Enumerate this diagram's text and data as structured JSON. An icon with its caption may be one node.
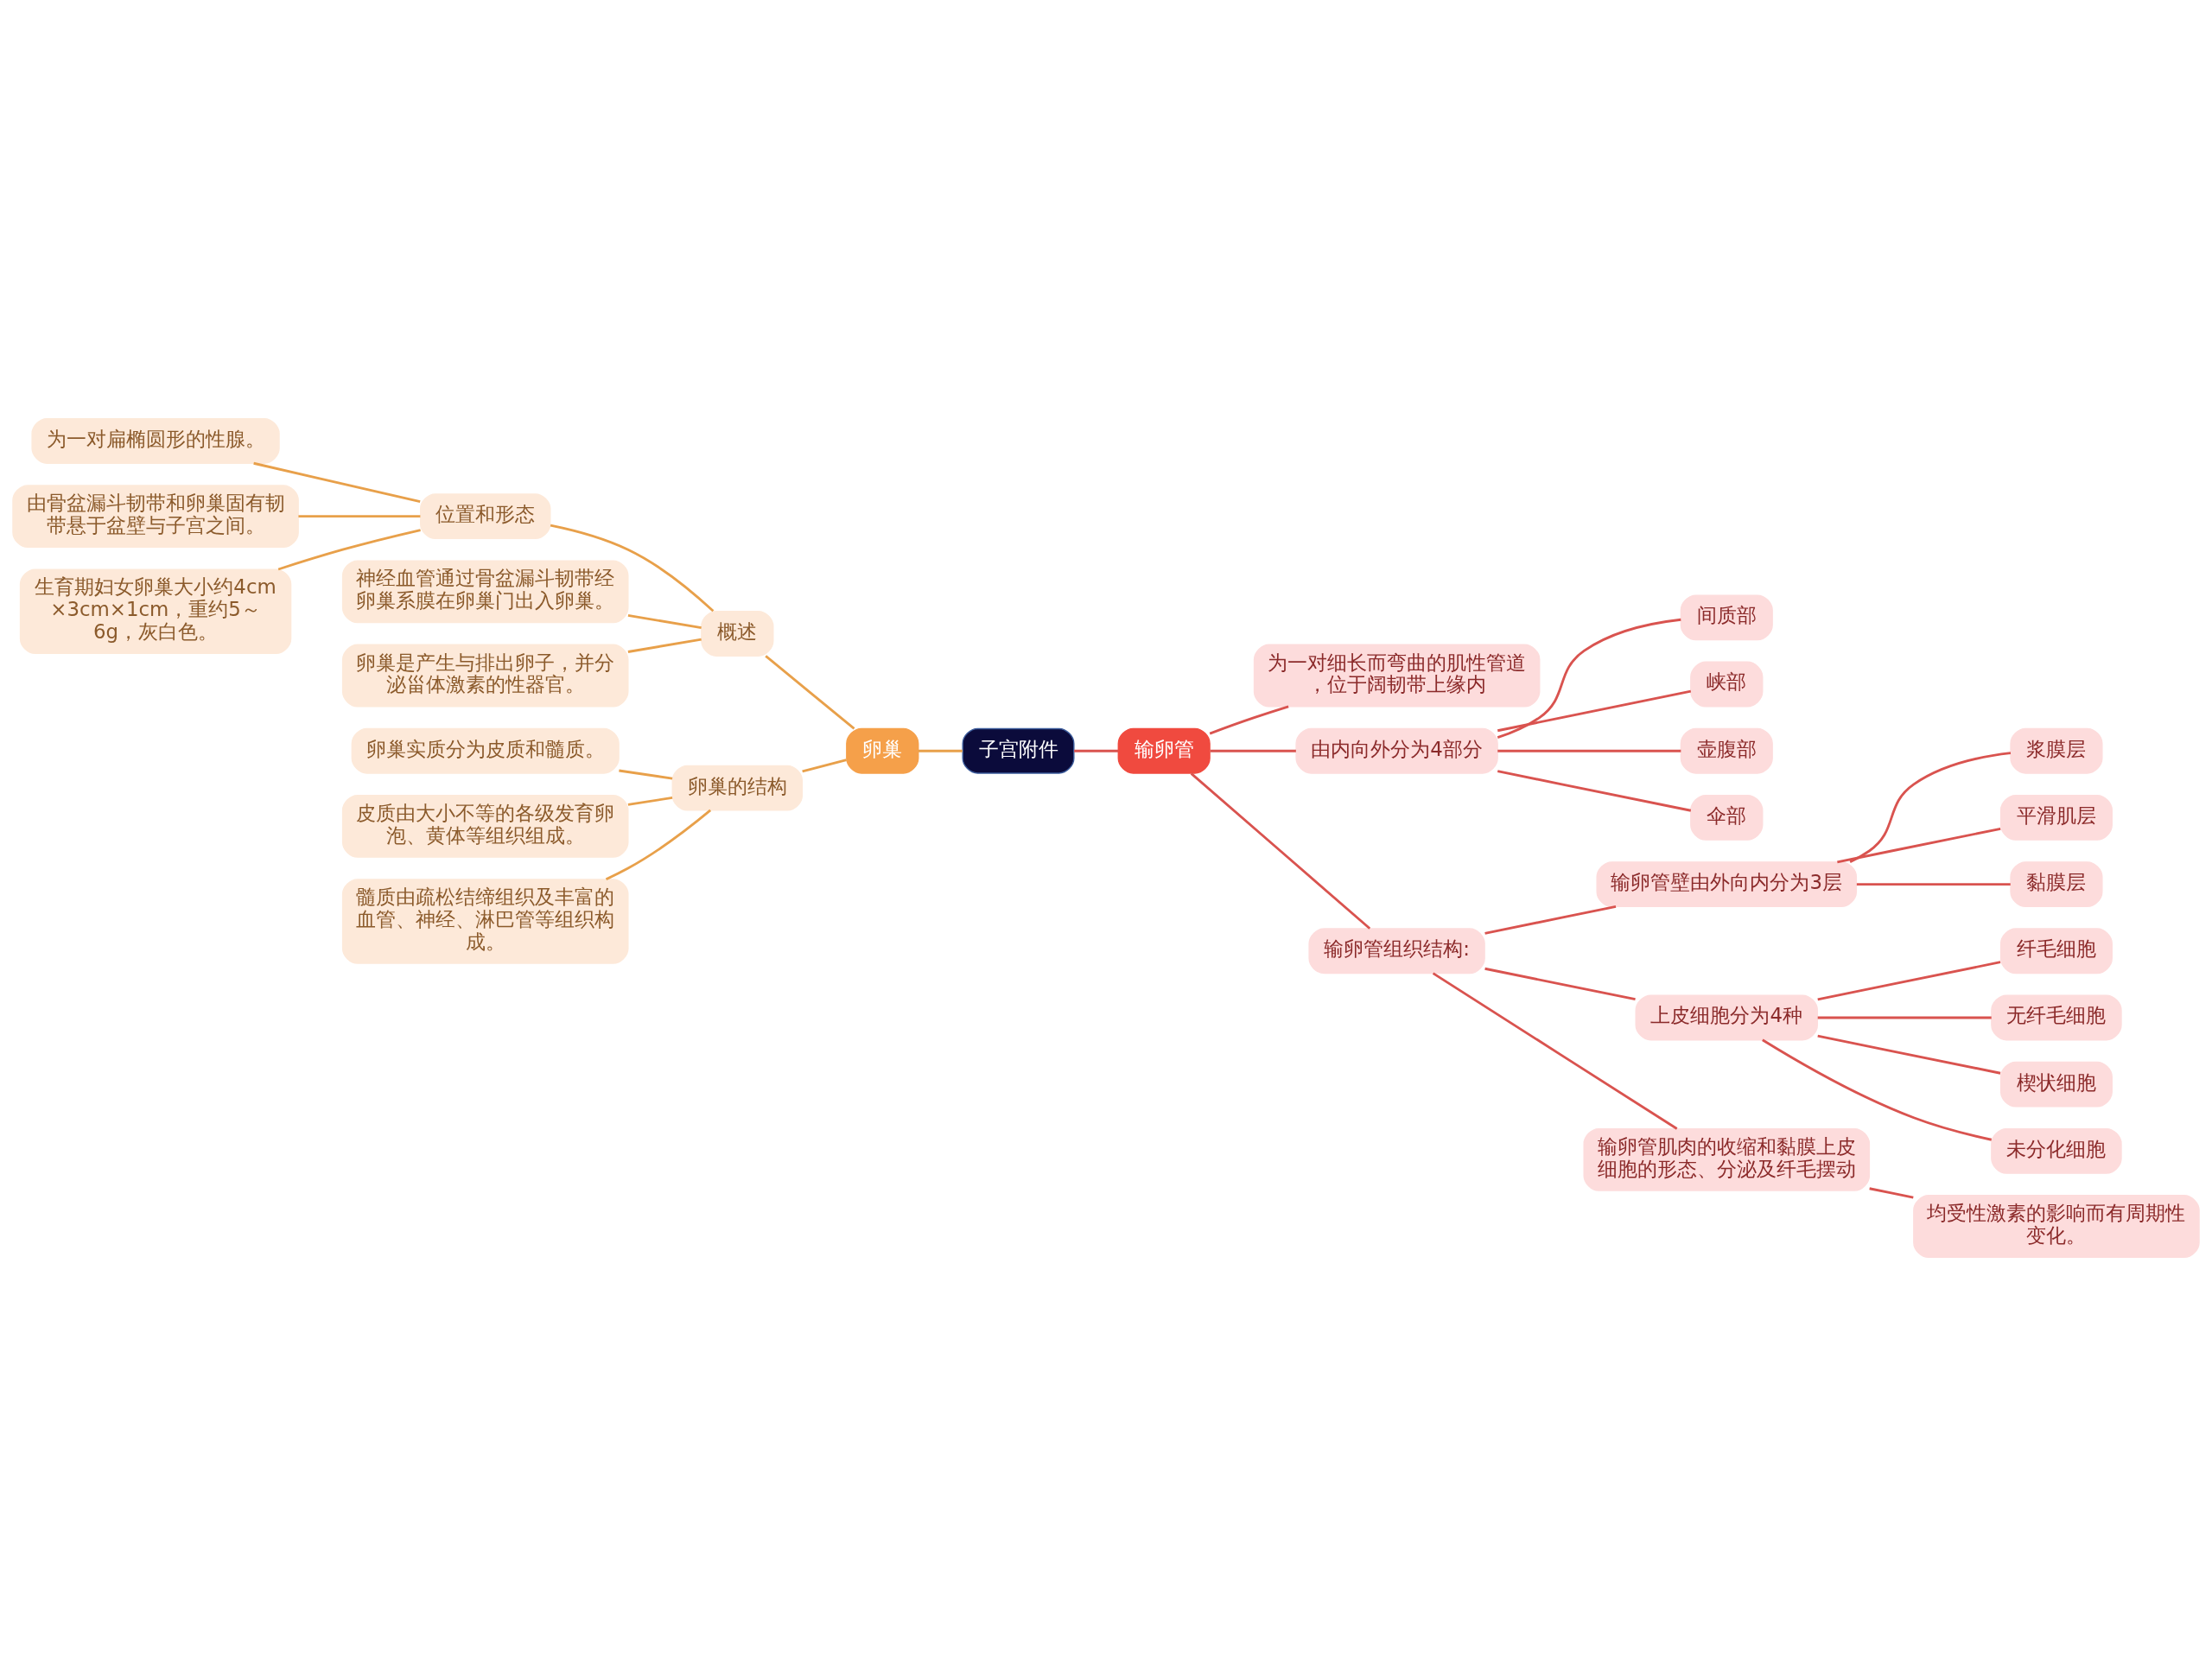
{
  "diagram": {
    "nodes": [
      {
        "text": [
          "子宫附件"
        ]
      },
      {
        "text": [
          "卵巢"
        ]
      },
      {
        "text": [
          "概述"
        ]
      },
      {
        "text": [
          "位置和形态"
        ]
      },
      {
        "text": [
          "为一对扁椭圆形的性腺。"
        ]
      },
      {
        "text": [
          "由骨盆漏斗韧带和卵巢固有韧带悬于盆壁与子宫之间。"
        ]
      },
      {
        "text": [
          "生育期妇女卵巢大小约4cm×3cm×1cm，重约5～6g，灰白色。"
        ]
      },
      {
        "text": [
          "神经血管通过骨盆漏斗韧带经卵巢系膜在卵巢门出入卵巢。"
        ]
      },
      {
        "text": [
          "卵巢是产生与排出卵子，并分泌甾体激素的性器官。"
        ]
      },
      {
        "text": [
          "卵巢的结构"
        ]
      },
      {
        "text": [
          "卵巢实质分为皮质和髓质。"
        ]
      },
      {
        "text": [
          "皮质由大小不等的各级发育卵泡、黄体等组织组成。"
        ]
      },
      {
        "text": [
          "髓质由疏松结缔组织及丰富的血管、神经、淋巴管等组织构成。"
        ]
      },
      {
        "text": [
          "输卵管"
        ]
      },
      {
        "text": [
          "为一对细长而弯曲的肌性管道，位于阔韧带上缘内"
        ]
      },
      {
        "text": [
          "由内向外分为4部分"
        ]
      },
      {
        "text": [
          "间质部"
        ]
      },
      {
        "text": [
          "峡部"
        ]
      },
      {
        "text": [
          "壶腹部"
        ]
      },
      {
        "text": [
          "伞部"
        ]
      },
      {
        "text": [
          "输卵管组织结构:"
        ]
      },
      {
        "text": [
          "输卵管壁由外向内分为3层"
        ]
      },
      {
        "text": [
          "浆膜层"
        ]
      },
      {
        "text": [
          "平滑肌层"
        ]
      },
      {
        "text": [
          "黏膜层"
        ]
      },
      {
        "text": [
          "上皮细胞分为4种"
        ]
      },
      {
        "text": [
          "纤毛细胞"
        ]
      },
      {
        "text": [
          "无纤毛细胞"
        ]
      },
      {
        "text": [
          "楔状细胞"
        ]
      },
      {
        "text": [
          "未分化细胞"
        ]
      },
      {
        "text": [
          "输卵管肌肉的收缩和黏膜上皮细胞的形态、分泌及纤毛摆动"
        ]
      },
      {
        "text": [
          "均受性激素的影响而有周期性变化。"
        ]
      }
    ],
    "edges": [
      {
        "from": 0,
        "to": 1,
        "arrow": "none",
        "color": "#e8a04a"
      },
      {
        "from": 1,
        "to": 2,
        "arrow": "none",
        "color": "#e8a04a"
      },
      {
        "from": 2,
        "to": 3,
        "arrow": "none",
        "color": "#e8a04a"
      },
      {
        "from": 3,
        "to": 4,
        "arrow": "none",
        "color": "#e8a04a"
      },
      {
        "from": 3,
        "to": 5,
        "arrow": "none",
        "color": "#e8a04a"
      },
      {
        "from": 3,
        "to": 6,
        "arrow": "none",
        "color": "#e8a04a"
      },
      {
        "from": 2,
        "to": 7,
        "arrow": "none",
        "color": "#e8a04a"
      },
      {
        "from": 2,
        "to": 8,
        "arrow": "none",
        "color": "#e8a04a"
      },
      {
        "from": 1,
        "to": 9,
        "arrow": "none",
        "color": "#e8a04a"
      },
      {
        "from": 9,
        "to": 10,
        "arrow": "none",
        "color": "#e8a04a"
      },
      {
        "from": 9,
        "to": 11,
        "arrow": "none",
        "color": "#e8a04a"
      },
      {
        "from": 9,
        "to": 12,
        "arrow": "none",
        "color": "#e8a04a"
      },
      {
        "from": 0,
        "to": 13,
        "arrow": "none"
      },
      {
        "from": 13,
        "to": 14,
        "arrow": "none"
      },
      {
        "from": 13,
        "to": 15,
        "arrow": "none"
      },
      {
        "from": 15,
        "to": 16,
        "arrow": "none"
      },
      {
        "from": 15,
        "to": 17,
        "arrow": "none"
      },
      {
        "from": 15,
        "to": 18,
        "arrow": "none"
      },
      {
        "from": 15,
        "to": 19,
        "arrow": "none"
      },
      {
        "from": 13,
        "to": 20,
        "arrow": "none"
      },
      {
        "from": 20,
        "to": 21,
        "arrow": "none"
      },
      {
        "from": 21,
        "to": 22,
        "arrow": "none"
      },
      {
        "from": 21,
        "to": 23,
        "arrow": "none"
      },
      {
        "from": 21,
        "to": 24,
        "arrow": "none"
      },
      {
        "from": 20,
        "to": 25,
        "arrow": "none"
      },
      {
        "from": 25,
        "to": 26,
        "arrow": "none"
      },
      {
        "from": 25,
        "to": 27,
        "arrow": "none"
      },
      {
        "from": 25,
        "to": 28,
        "arrow": "none"
      },
      {
        "from": 25,
        "to": 29,
        "arrow": "none"
      },
      {
        "from": 20,
        "to": 30,
        "arrow": "none"
      },
      {
        "from": 30,
        "to": 31,
        "arrow": "none"
      }
    ]
  }
}
